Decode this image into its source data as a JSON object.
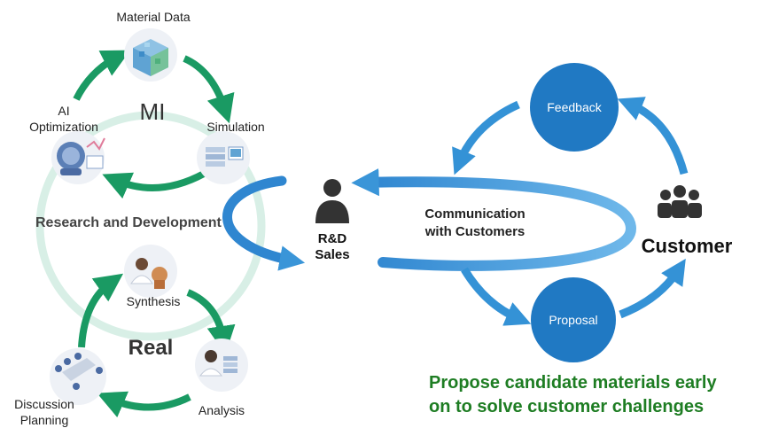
{
  "left_cycle": {
    "material_data": "Material Data",
    "mi": "MI",
    "ai_optimization": [
      "AI",
      "Optimization"
    ],
    "simulation": "Simulation",
    "research_and_development": "Research and Development",
    "synthesis": "Synthesis",
    "real": "Real",
    "discussion_planning": [
      "Discussion",
      "Planning"
    ],
    "analysis": "Analysis"
  },
  "center": {
    "role": [
      "R&D",
      "Sales"
    ],
    "communication": [
      "Communication",
      "with Customers"
    ]
  },
  "right_cycle": {
    "feedback": "Feedback",
    "proposal": "Proposal",
    "customer": "Customer"
  },
  "tagline": [
    "Propose candidate materials early",
    "on to solve customer challenges"
  ],
  "colors": {
    "green_arrow": "#1a9a63",
    "blue_circle": "#2079c3",
    "blue_arrow": "#3492d6",
    "tagline_green": "#1e7d23",
    "ring_mint": "#d8efe6"
  }
}
